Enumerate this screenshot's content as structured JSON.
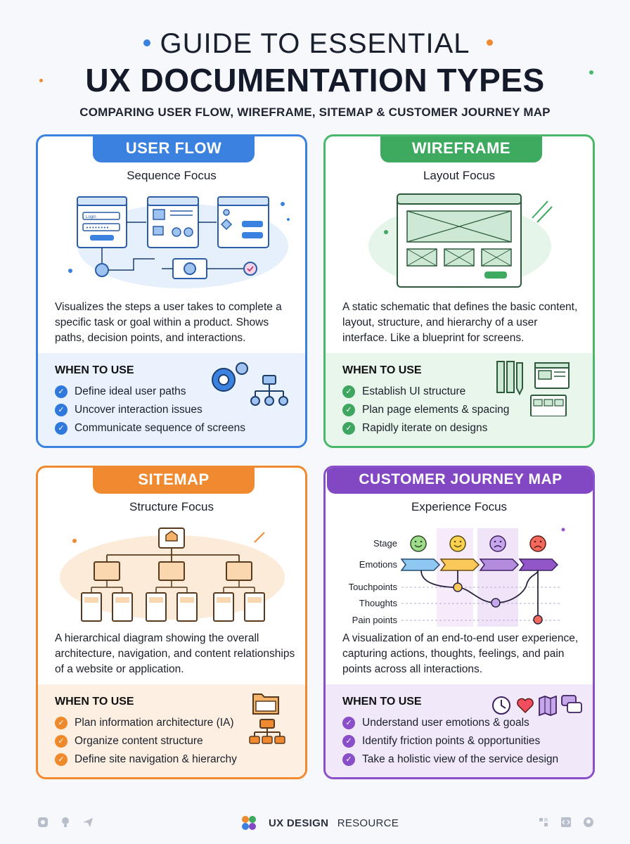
{
  "header": {
    "line1": "GUIDE TO ESSENTIAL",
    "line2": "UX DOCUMENTATION TYPES",
    "subtitle": "COMPARING USER FLOW, WIREFRAME, SITEMAP & CUSTOMER JOURNEY MAP"
  },
  "when_title": "WHEN TO USE",
  "cards": {
    "user_flow": {
      "title": "USER FLOW",
      "focus": "Sequence Focus",
      "description": "Visualizes the steps a user takes to complete a specific task or goal within a product. Shows paths, decision points, and interactions.",
      "uses": [
        "Define ideal user paths",
        "Uncover interaction issues",
        "Communicate sequence of screens"
      ],
      "login_label": "Login"
    },
    "wireframe": {
      "title": "WIREFRAME",
      "focus": "Layout Focus",
      "description": "A static schematic that defines the basic content, layout, structure, and hierarchy of a user interface. Like a blueprint for screens.",
      "uses": [
        "Establish UI structure",
        "Plan page elements & spacing",
        "Rapidly iterate on designs"
      ]
    },
    "sitemap": {
      "title": "SITEMAP",
      "focus": "Structure Focus",
      "description": "A hierarchical diagram showing the overall architecture, navigation, and content relationships of a website or application.",
      "uses": [
        "Plan information architecture (IA)",
        "Organize content structure",
        "Define site navigation & hierarchy"
      ]
    },
    "journey": {
      "title": "CUSTOMER JOURNEY MAP",
      "focus": "Experience Focus",
      "description": "A visualization of an end-to-end user experience, capturing actions, thoughts, feelings, and pain points across all interactions.",
      "uses": [
        "Understand user emotions & goals",
        "Identify friction points & opportunities",
        "Take a holistic view of the service design"
      ],
      "row_labels": [
        "Stage",
        "Emotions",
        "Touchpoints",
        "Thoughts",
        "Pain points"
      ]
    }
  },
  "footer": {
    "brand_bold": "UX DESIGN",
    "brand_light": "RESOURCE"
  },
  "colors": {
    "blue": "#3b82e0",
    "green": "#3daa5f",
    "orange": "#f08a30",
    "purple": "#8247c2"
  }
}
